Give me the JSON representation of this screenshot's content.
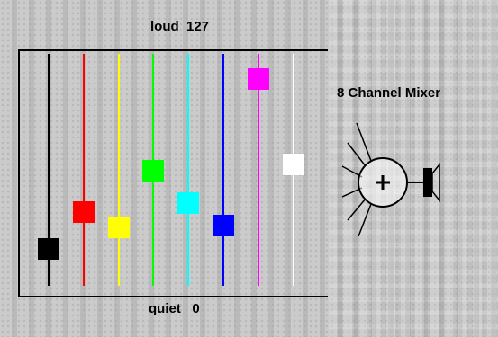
{
  "labels": {
    "loud": "loud  127",
    "quiet": "quiet   0",
    "mixer_title": "8 Channel Mixer"
  },
  "mixer": {
    "max_value": 127,
    "min_value": 0,
    "channels": [
      {
        "color": "#000000",
        "level": 12
      },
      {
        "color": "#ff0000",
        "level": 34
      },
      {
        "color": "#ffff00",
        "level": 25
      },
      {
        "color": "#00ff00",
        "level": 58
      },
      {
        "color": "#00ffff",
        "level": 39
      },
      {
        "color": "#0000ff",
        "level": 26
      },
      {
        "color": "#ff00ff",
        "level": 112
      },
      {
        "color": "#ffffff",
        "level": 62
      }
    ]
  },
  "icons": {
    "summing_junction": "plus-circle-icon",
    "speaker": "speaker-icon"
  }
}
